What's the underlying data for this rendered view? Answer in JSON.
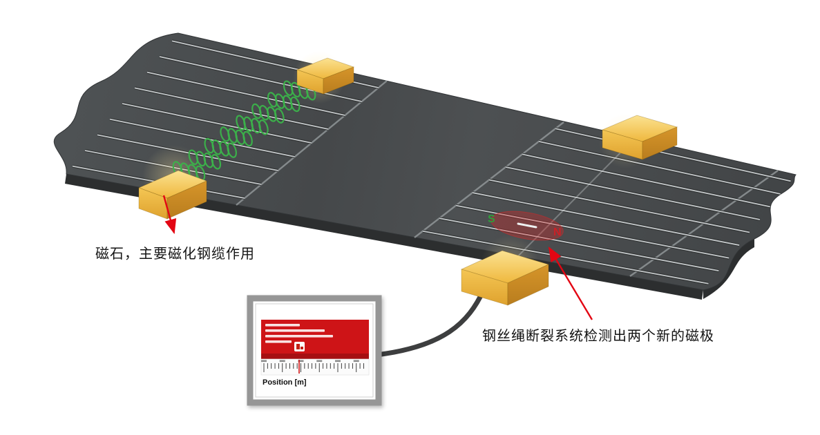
{
  "figure": {
    "annotations": {
      "magnet": "磁石，主要磁化钢缆作用",
      "detection": "钢丝绳断裂系统检测出两个新的磁极"
    },
    "poles": {
      "south": "S",
      "north": "N"
    },
    "monitor": {
      "position_label": "Position [m]"
    },
    "colors": {
      "belt_top": "#4c4f51",
      "belt_side": "#2c2e2f",
      "steel_cable": "#c3c7c9",
      "seam": "#9aa0a2",
      "coil_green": "#3bb44a",
      "magnet_yellow": "#f2c14e",
      "arrow_red": "#e30613",
      "display_red": "#ce1417",
      "pole_south_green": "#2f9e3a",
      "pole_north_red": "#cc2026"
    }
  }
}
